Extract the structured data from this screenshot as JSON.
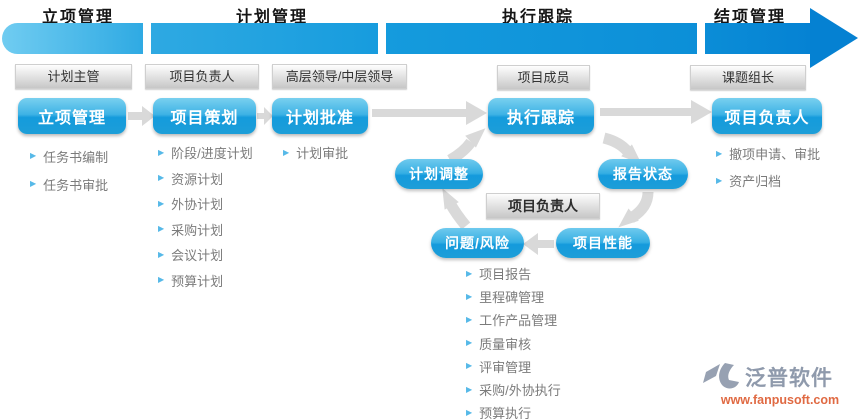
{
  "phases": [
    "立项管理",
    "计划管理",
    "执行跟踪",
    "结项管理"
  ],
  "roles": {
    "plan_supervisor": "计划主管",
    "project_manager": "项目负责人",
    "leaders": "高层领导/中层领导",
    "project_members": "项目成员",
    "task_group_leader": "课题组长"
  },
  "steps": {
    "initiation": {
      "label": "立项管理",
      "items": [
        "任务书编制",
        "任务书审批"
      ]
    },
    "planning": {
      "label": "项目策划",
      "items": [
        "阶段/进度计划",
        "资源计划",
        "外协计划",
        "采购计划",
        "会议计划",
        "预算计划"
      ]
    },
    "approval": {
      "label": "计划批准",
      "items": [
        "计划审批"
      ]
    },
    "tracking": {
      "label": "执行跟踪",
      "items": [
        "项目报告",
        "里程碑管理",
        "工作产品管理",
        "质量审核",
        "评审管理",
        "采购/外协执行",
        "预算执行"
      ]
    },
    "closing": {
      "label": "项目负责人",
      "items": [
        "撤项申请、审批",
        "资产归档"
      ]
    }
  },
  "cycle": {
    "center": "项目负责人",
    "plan_adjust": "计划调整",
    "report_status": "报告状态",
    "issue_risk": "问题/风险",
    "performance": "项目性能"
  },
  "branding": {
    "name": "泛普软件",
    "url": "www.fanpusoft.com"
  },
  "colors": {
    "band_start": "#70ccf1",
    "band_end": "#0581d2",
    "button_top": "#79d0ef",
    "button_bottom": "#1d9ed8",
    "arrow_gray": "#d9d9d9",
    "link_orange": "#e06a43"
  }
}
